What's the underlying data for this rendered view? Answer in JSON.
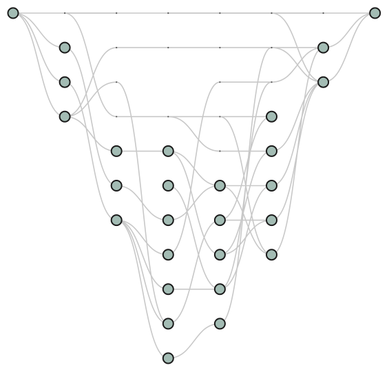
{
  "graph": {
    "type": "layered-dag",
    "node_style": {
      "fill": "#a3bcb4",
      "stroke": "#1a1a1a"
    },
    "edge_color": "#c8c8c8",
    "nodes": [
      {
        "id": "n0",
        "layer": 0,
        "row": 0
      },
      {
        "id": "n1",
        "layer": 1,
        "row": 1
      },
      {
        "id": "n2",
        "layer": 1,
        "row": 2
      },
      {
        "id": "n3",
        "layer": 1,
        "row": 3
      },
      {
        "id": "n4",
        "layer": 2,
        "row": 4
      },
      {
        "id": "n5",
        "layer": 2,
        "row": 5
      },
      {
        "id": "n6",
        "layer": 2,
        "row": 6
      },
      {
        "id": "n7",
        "layer": 3,
        "row": 4
      },
      {
        "id": "n8",
        "layer": 3,
        "row": 5
      },
      {
        "id": "n9",
        "layer": 3,
        "row": 6
      },
      {
        "id": "n10",
        "layer": 3,
        "row": 7
      },
      {
        "id": "n11",
        "layer": 3,
        "row": 8
      },
      {
        "id": "n12",
        "layer": 3,
        "row": 9
      },
      {
        "id": "n13",
        "layer": 3,
        "row": 10
      },
      {
        "id": "n14",
        "layer": 4,
        "row": 5
      },
      {
        "id": "n15",
        "layer": 4,
        "row": 6
      },
      {
        "id": "n16",
        "layer": 4,
        "row": 7
      },
      {
        "id": "n17",
        "layer": 4,
        "row": 8
      },
      {
        "id": "n18",
        "layer": 4,
        "row": 9
      },
      {
        "id": "n19",
        "layer": 5,
        "row": 3
      },
      {
        "id": "n20",
        "layer": 5,
        "row": 4
      },
      {
        "id": "n21",
        "layer": 5,
        "row": 5
      },
      {
        "id": "n22",
        "layer": 5,
        "row": 6
      },
      {
        "id": "n23",
        "layer": 5,
        "row": 7
      },
      {
        "id": "n24",
        "layer": 6,
        "row": 1
      },
      {
        "id": "n25",
        "layer": 6,
        "row": 2
      },
      {
        "id": "n26",
        "layer": 7,
        "row": 0
      }
    ],
    "edges": [
      {
        "path": [
          [
            0,
            0
          ],
          [
            1,
            0
          ],
          [
            2,
            0
          ],
          [
            3,
            0
          ],
          [
            4,
            0
          ],
          [
            5,
            0
          ],
          [
            6,
            0
          ],
          [
            7,
            0
          ]
        ]
      },
      {
        "path": [
          [
            0,
            0
          ],
          [
            1,
            1
          ]
        ]
      },
      {
        "path": [
          [
            0,
            0
          ],
          [
            1,
            3
          ]
        ]
      },
      {
        "path": [
          [
            0,
            0
          ],
          [
            1,
            2
          ]
        ]
      },
      {
        "path": [
          [
            1,
            0
          ],
          [
            2,
            3
          ],
          [
            3,
            3
          ],
          [
            4,
            3
          ],
          [
            5,
            3
          ]
        ]
      },
      {
        "path": [
          [
            1,
            1
          ],
          [
            2,
            5
          ]
        ]
      },
      {
        "path": [
          [
            1,
            2
          ],
          [
            2,
            6
          ]
        ]
      },
      {
        "path": [
          [
            1,
            3
          ],
          [
            2,
            4
          ]
        ]
      },
      {
        "path": [
          [
            1,
            3
          ],
          [
            2,
            1
          ],
          [
            3,
            1
          ],
          [
            4,
            1
          ],
          [
            5,
            1
          ],
          [
            6,
            2
          ]
        ]
      },
      {
        "path": [
          [
            1,
            3
          ],
          [
            2,
            2
          ],
          [
            3,
            9
          ]
        ]
      },
      {
        "path": [
          [
            1,
            0
          ],
          [
            2,
            0
          ]
        ]
      },
      {
        "path": [
          [
            2,
            4
          ],
          [
            3,
            4
          ]
        ]
      },
      {
        "path": [
          [
            2,
            5
          ],
          [
            3,
            6
          ]
        ]
      },
      {
        "path": [
          [
            2,
            6
          ],
          [
            3,
            7
          ]
        ]
      },
      {
        "path": [
          [
            2,
            6
          ],
          [
            3,
            10
          ]
        ]
      },
      {
        "path": [
          [
            2,
            6
          ],
          [
            3,
            9
          ]
        ]
      },
      {
        "path": [
          [
            2,
            6
          ],
          [
            3,
            8
          ]
        ]
      },
      {
        "path": [
          [
            3,
            4
          ],
          [
            4,
            5
          ]
        ]
      },
      {
        "path": [
          [
            3,
            4
          ],
          [
            4,
            7
          ]
        ]
      },
      {
        "path": [
          [
            3,
            5
          ],
          [
            4,
            8
          ]
        ]
      },
      {
        "path": [
          [
            3,
            6
          ],
          [
            4,
            5
          ]
        ]
      },
      {
        "path": [
          [
            3,
            8
          ],
          [
            4,
            8
          ]
        ]
      },
      {
        "path": [
          [
            3,
            9
          ],
          [
            4,
            6
          ]
        ]
      },
      {
        "path": [
          [
            3,
            10
          ],
          [
            4,
            9
          ]
        ]
      },
      {
        "path": [
          [
            3,
            0
          ],
          [
            4,
            0
          ],
          [
            5,
            0
          ],
          [
            6,
            0
          ]
        ]
      },
      {
        "path": [
          [
            3,
            7
          ],
          [
            4,
            2
          ],
          [
            5,
            2
          ],
          [
            6,
            1
          ]
        ]
      },
      {
        "path": [
          [
            3,
            3
          ],
          [
            4,
            4
          ],
          [
            5,
            4
          ]
        ]
      },
      {
        "path": [
          [
            4,
            5
          ],
          [
            5,
            5
          ]
        ]
      },
      {
        "path": [
          [
            4,
            5
          ],
          [
            5,
            7
          ]
        ]
      },
      {
        "path": [
          [
            4,
            6
          ],
          [
            5,
            3
          ]
        ]
      },
      {
        "path": [
          [
            4,
            6
          ],
          [
            5,
            6
          ]
        ]
      },
      {
        "path": [
          [
            4,
            7
          ],
          [
            5,
            4
          ]
        ]
      },
      {
        "path": [
          [
            4,
            7
          ],
          [
            5,
            6
          ]
        ]
      },
      {
        "path": [
          [
            4,
            8
          ],
          [
            5,
            5
          ]
        ]
      },
      {
        "path": [
          [
            4,
            8
          ],
          [
            5,
            2
          ]
        ]
      },
      {
        "path": [
          [
            4,
            9
          ],
          [
            5,
            1
          ],
          [
            6,
            1
          ]
        ]
      },
      {
        "path": [
          [
            4,
            3
          ],
          [
            5,
            7
          ]
        ]
      },
      {
        "path": [
          [
            5,
            6
          ],
          [
            6,
            2
          ]
        ]
      },
      {
        "path": [
          [
            5,
            7
          ],
          [
            6,
            1
          ]
        ]
      },
      {
        "path": [
          [
            5,
            5
          ],
          [
            6,
            2
          ]
        ]
      },
      {
        "path": [
          [
            5,
            4
          ],
          [
            6,
            2
          ]
        ]
      },
      {
        "path": [
          [
            5,
            0
          ],
          [
            6,
            2
          ]
        ]
      },
      {
        "path": [
          [
            6,
            1
          ],
          [
            7,
            0
          ]
        ]
      },
      {
        "path": [
          [
            6,
            2
          ],
          [
            7,
            0
          ]
        ]
      }
    ]
  }
}
